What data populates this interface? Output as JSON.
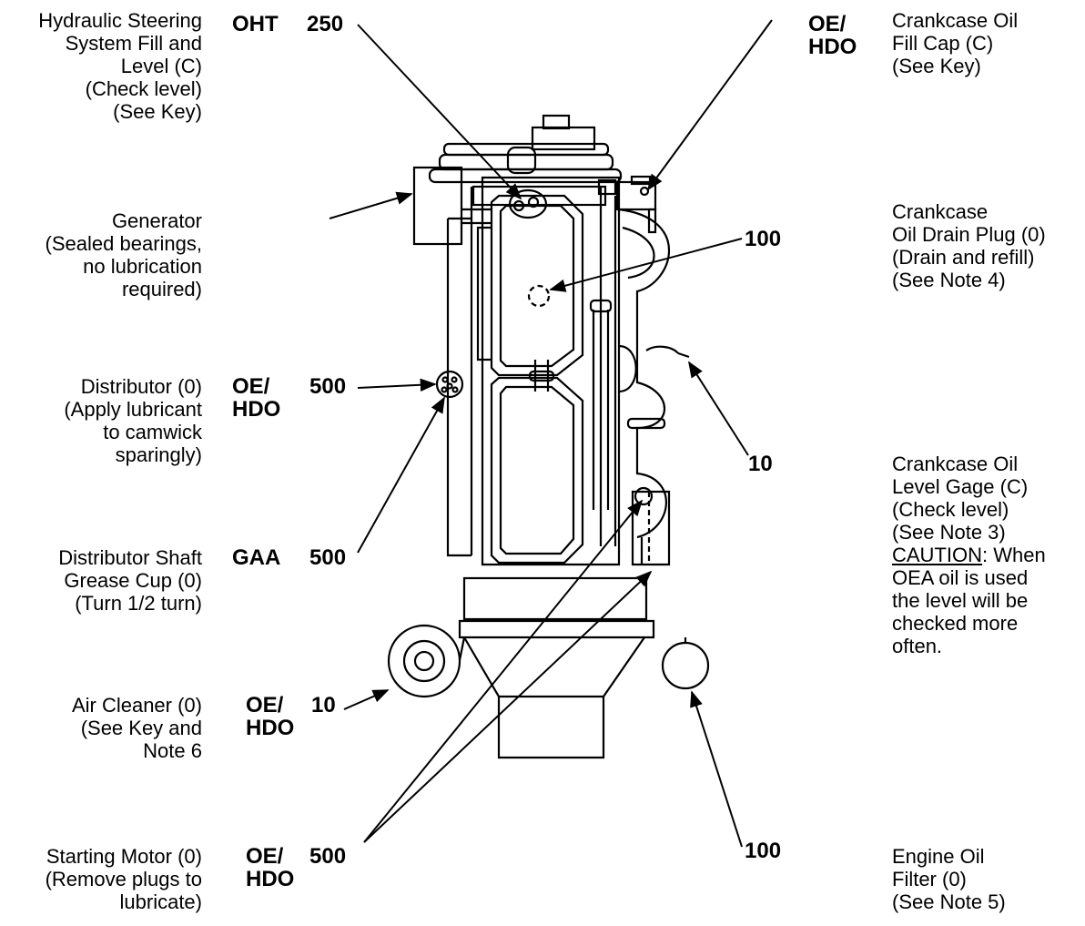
{
  "left_labels": [
    {
      "id": "hydraulic-steering",
      "text": "Hydraulic Steering\nSystem Fill and\nLevel (C)\n(Check level)\n(See Key)",
      "lubricant": "OHT",
      "interval": "250"
    },
    {
      "id": "generator",
      "text": "Generator\n(Sealed bearings,\nno lubrication\nrequired)",
      "lubricant": "",
      "interval": ""
    },
    {
      "id": "distributor",
      "text": "Distributor (0)\n(Apply lubricant\nto camwick\nsparingly)",
      "lubricant": "OE/\nHDO",
      "interval": "500"
    },
    {
      "id": "distributor-shaft",
      "text": "Distributor Shaft\nGrease Cup (0)\n(Turn 1/2 turn)",
      "lubricant": "GAA",
      "interval": "500"
    },
    {
      "id": "air-cleaner",
      "text": "Air Cleaner (0)\n(See Key and\nNote 6",
      "lubricant": "OE/\nHDO",
      "interval": "10"
    },
    {
      "id": "starting-motor",
      "text": "Starting Motor (0)\n(Remove plugs to\nlubricate)",
      "lubricant": "OE/\nHDO",
      "interval": "500"
    }
  ],
  "right_labels": [
    {
      "id": "crankcase-fill-cap",
      "text": "Crankcase Oil\nFill Cap (C)\n(See Key)",
      "lubricant": "OE/\nHDO",
      "interval": ""
    },
    {
      "id": "crankcase-drain-plug",
      "text": "Crankcase\nOil Drain Plug (0)\n(Drain and refill)\n(See Note 4)",
      "lubricant": "",
      "interval": "100"
    },
    {
      "id": "crankcase-level-gage",
      "text": "Crankcase Oil\nLevel Gage (C)\n(Check level)\n(See Note 3)",
      "caution_word": "CAUTION",
      "caution_text": ": When\nOEA oil is used\nthe level will be\nchecked more\noften.",
      "lubricant": "",
      "interval": "10"
    },
    {
      "id": "engine-oil-filter",
      "text": "Engine Oil\nFilter (0)\n(See Note 5)",
      "lubricant": "",
      "interval": "100"
    }
  ]
}
